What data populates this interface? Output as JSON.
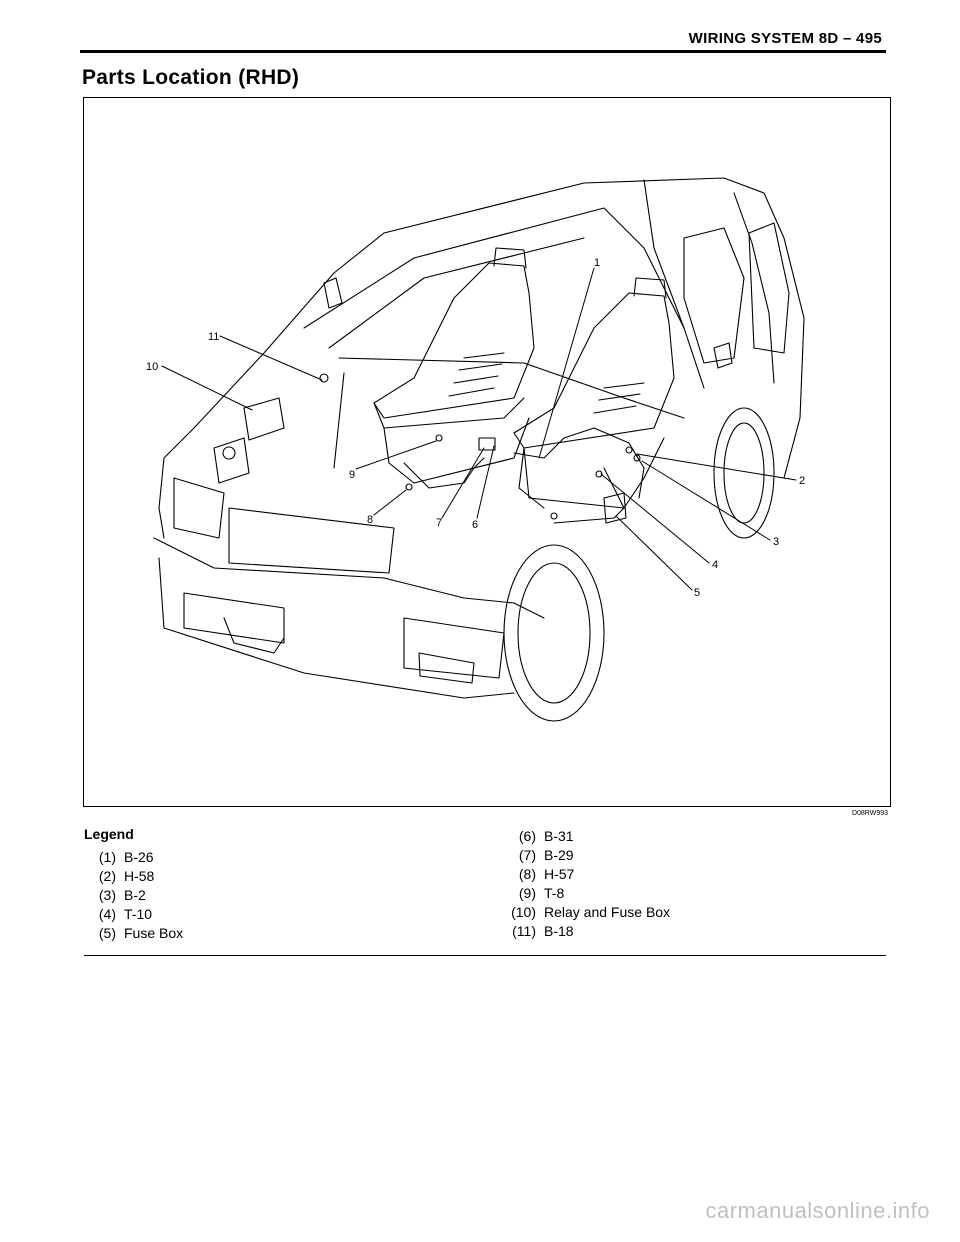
{
  "header": {
    "title": "WIRING SYSTEM 8D – 495"
  },
  "page_title": "Parts Location (RHD)",
  "figure": {
    "id": "D08RW993",
    "callouts": [
      "1",
      "2",
      "3",
      "4",
      "5",
      "6",
      "7",
      "8",
      "9",
      "10",
      "11"
    ]
  },
  "legend": {
    "heading": "Legend",
    "left": [
      {
        "num": "(1)",
        "text": "B-26"
      },
      {
        "num": "(2)",
        "text": "H-58"
      },
      {
        "num": "(3)",
        "text": "B-2"
      },
      {
        "num": "(4)",
        "text": "T-10"
      },
      {
        "num": "(5)",
        "text": "Fuse Box"
      }
    ],
    "right": [
      {
        "num": "(6)",
        "text": "B-31"
      },
      {
        "num": "(7)",
        "text": "B-29"
      },
      {
        "num": "(8)",
        "text": "H-57"
      },
      {
        "num": "(9)",
        "text": "T-8"
      },
      {
        "num": "(10)",
        "text": "Relay and Fuse Box"
      },
      {
        "num": "(11)",
        "text": "B-18"
      }
    ]
  },
  "watermark": "carmanualsonline.info"
}
